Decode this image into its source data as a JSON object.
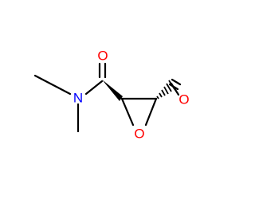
{
  "molecule": {
    "atoms": {
      "carbonyl_oxygen_amide": "O",
      "amide_nitrogen": "N",
      "epoxide_oxygen": "O",
      "aldehyde_oxygen": "O"
    },
    "colors": {
      "bond": "#000000",
      "oxygen": "#ff0000",
      "nitrogen": "#0000ff"
    }
  }
}
